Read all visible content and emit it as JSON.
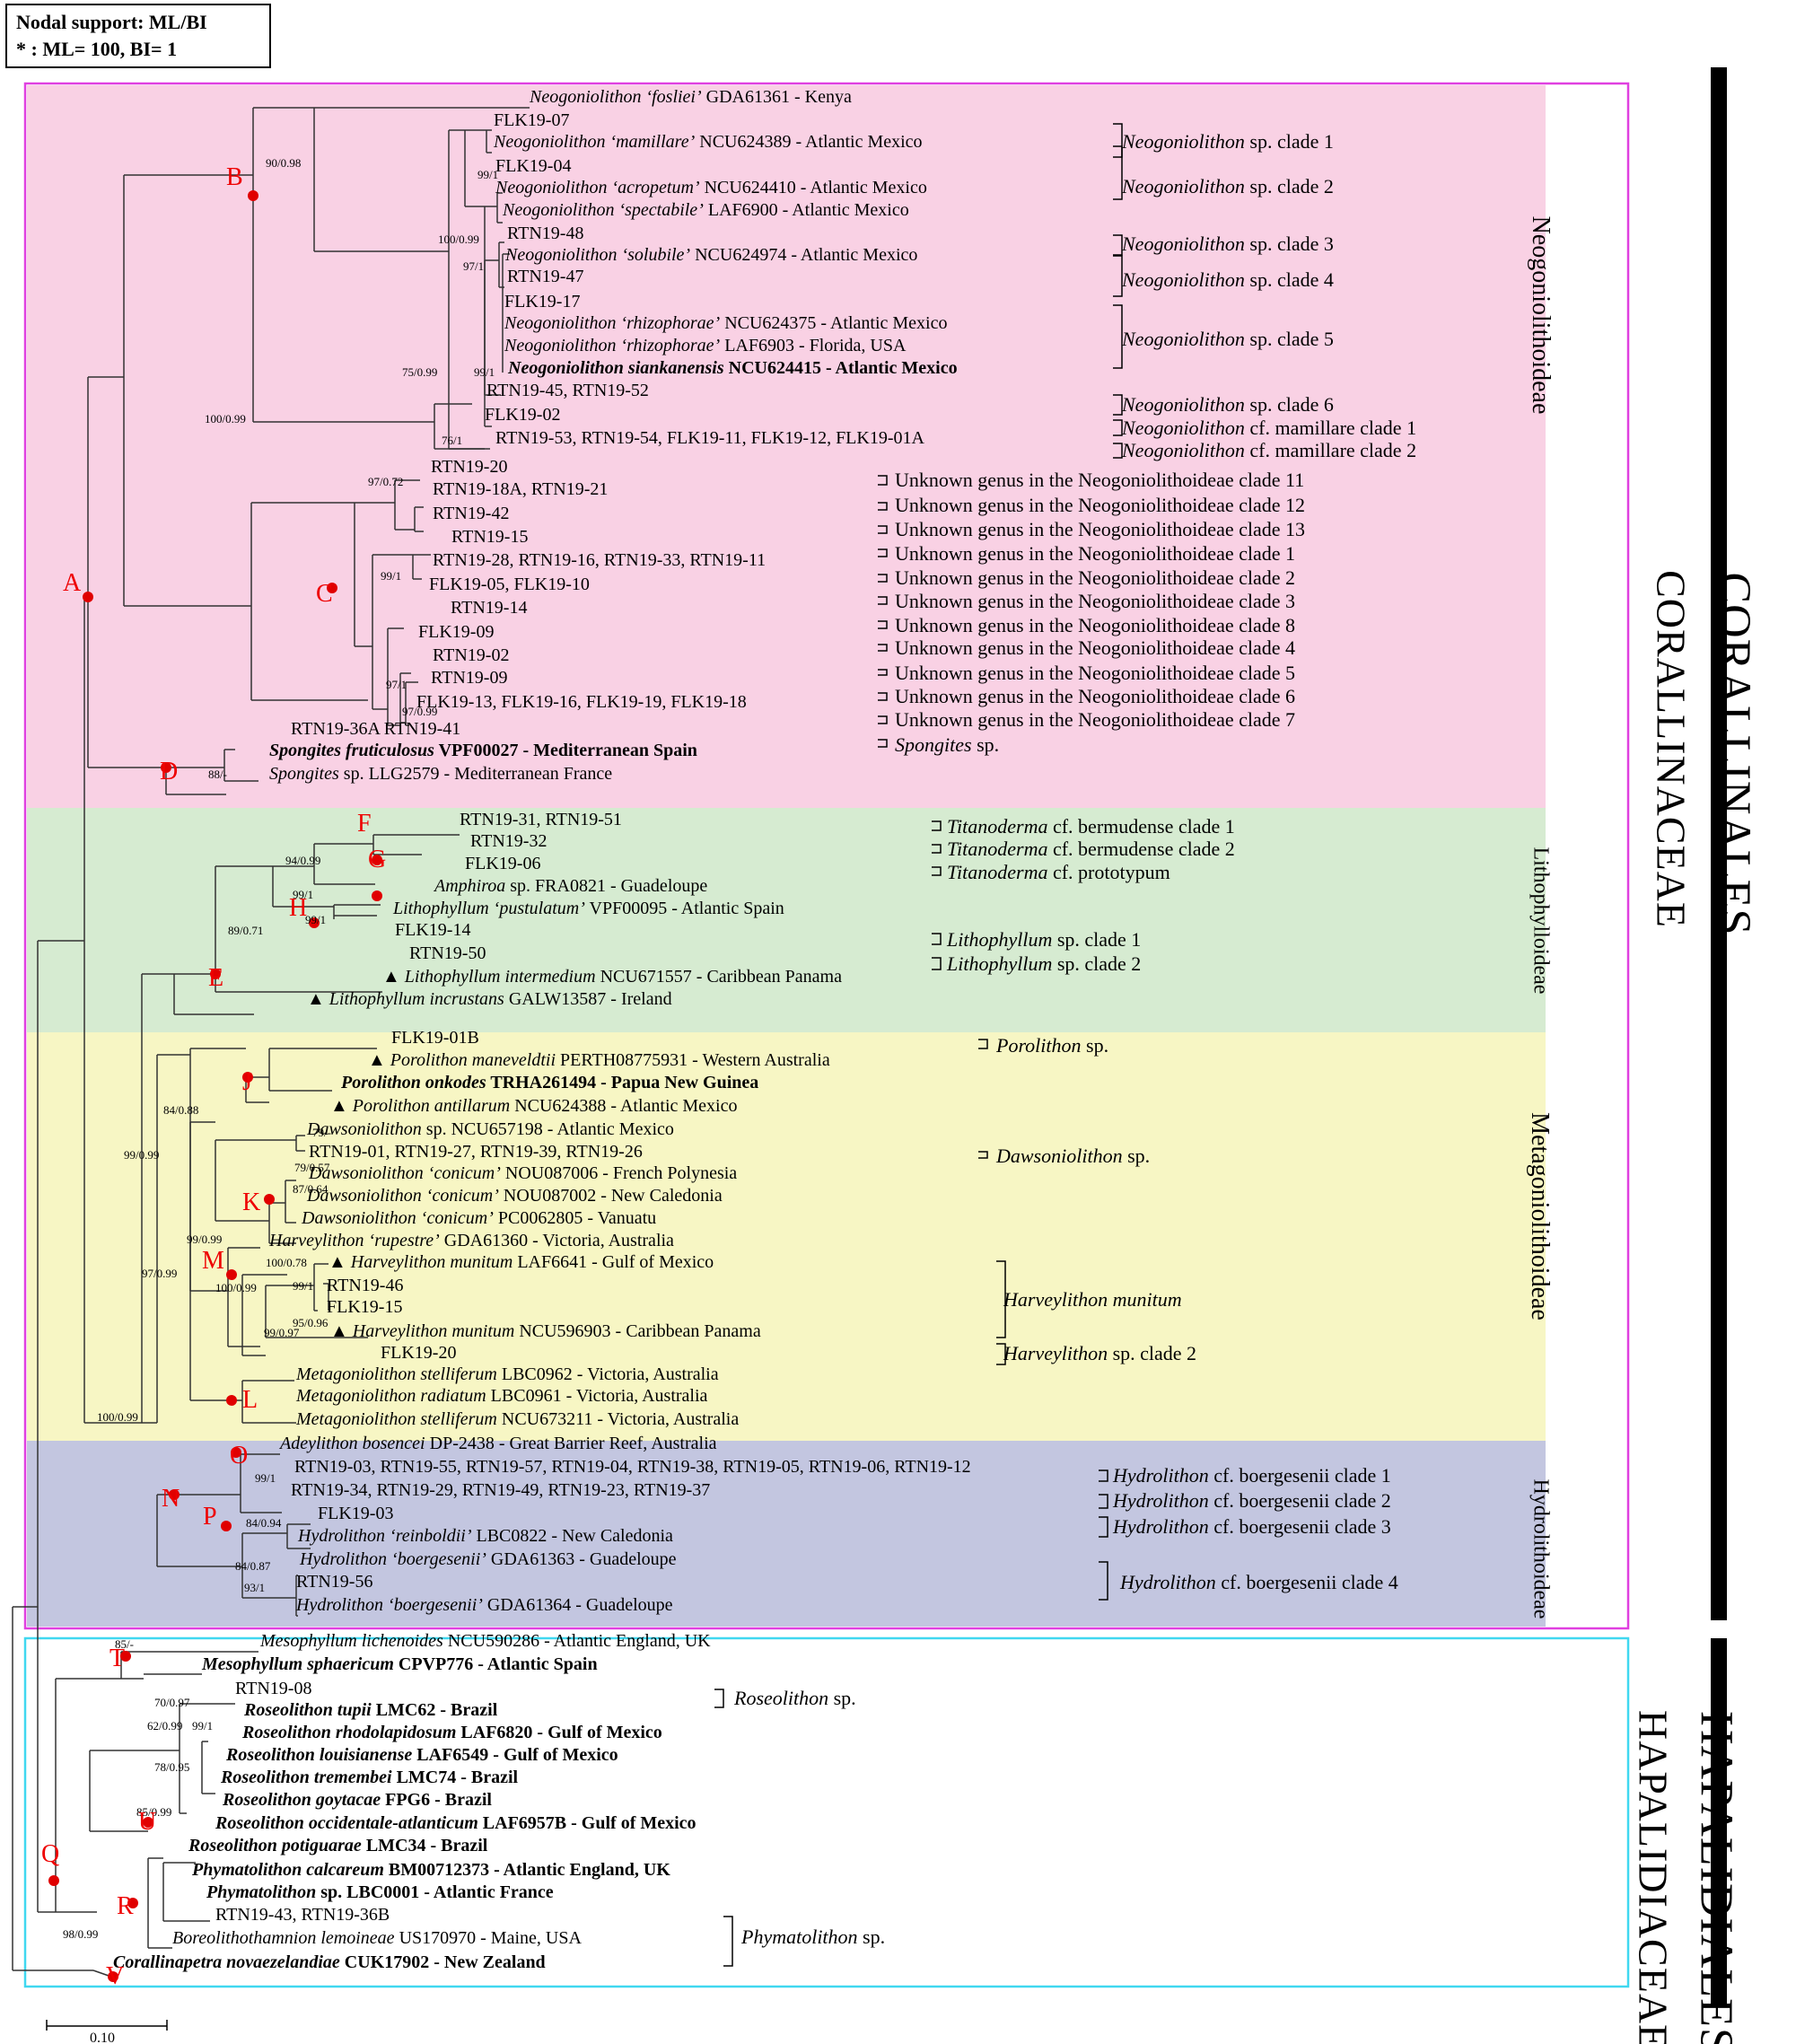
{
  "legend": {
    "line1": "Nodal support: ML/BI",
    "line2": "* : ML= 100, BI= 1"
  },
  "orders": [
    "CORALLINALES",
    "HAPALIDIALES"
  ],
  "families": [
    "CORALLINACEAE",
    "HAPALIDIACEAE"
  ],
  "subfamilies": [
    "Neogoniolithoideae",
    "Lithophylloideae",
    "Metagoniolithoideae",
    "Hydrolithoideae"
  ],
  "scale_label": "0.10",
  "colors": {
    "neo": "#f9d1e4",
    "litho": "#d6ebd1",
    "meta": "#f7f6c4",
    "hydro": "#c3c6e0",
    "corallinaceae_border": "#e040e0",
    "hapalidiaceae_border": "#40d8f0",
    "node_marker": "#e00000"
  },
  "nodes": [
    "A",
    "B",
    "C",
    "D",
    "E",
    "F",
    "G",
    "H",
    "J",
    "K",
    "L",
    "M",
    "N",
    "O",
    "P",
    "Q",
    "R",
    "T",
    "U",
    "V"
  ],
  "taxa": [
    {
      "it": "Neogoniolithon ‘fosliei’",
      "rest": " GDA61361 - Kenya"
    },
    {
      "it": "",
      "rest": "FLK19-07"
    },
    {
      "it": "Neogoniolithon ‘mamillare’",
      "rest": " NCU624389 - Atlantic Mexico"
    },
    {
      "it": "",
      "rest": "FLK19-04"
    },
    {
      "it": "Neogoniolithon ‘acropetum’",
      "rest": " NCU624410 - Atlantic Mexico"
    },
    {
      "it": "Neogoniolithon ‘spectabile’",
      "rest": " LAF6900 - Atlantic Mexico"
    },
    {
      "it": "",
      "rest": "RTN19-48"
    },
    {
      "it": "Neogoniolithon ‘solubile’",
      "rest": " NCU624974 - Atlantic Mexico"
    },
    {
      "it": "",
      "rest": "RTN19-47"
    },
    {
      "it": "",
      "rest": "FLK19-17"
    },
    {
      "it": "Neogoniolithon ‘rhizophorae’",
      "rest": " NCU624375 - Atlantic Mexico"
    },
    {
      "it": "Neogoniolithon ‘rhizophorae’",
      "rest": " LAF6903 - Florida, USA"
    },
    {
      "it": "Neogoniolithon siankanensis",
      "rest": " NCU624415 - Atlantic Mexico"
    },
    {
      "it": "",
      "rest": "RTN19-45, RTN19-52"
    },
    {
      "it": "",
      "rest": "FLK19-02"
    },
    {
      "it": "",
      "rest": "RTN19-53, RTN19-54, FLK19-11, FLK19-12, FLK19-01A"
    },
    {
      "it": "",
      "rest": "RTN19-20"
    },
    {
      "it": "",
      "rest": "RTN19-18A, RTN19-21"
    },
    {
      "it": "",
      "rest": "RTN19-42"
    },
    {
      "it": "",
      "rest": "RTN19-15"
    },
    {
      "it": "",
      "rest": "RTN19-28, RTN19-16, RTN19-33, RTN19-11"
    },
    {
      "it": "",
      "rest": "FLK19-05, FLK19-10"
    },
    {
      "it": "",
      "rest": "RTN19-14"
    },
    {
      "it": "",
      "rest": "FLK19-09"
    },
    {
      "it": "",
      "rest": "RTN19-02"
    },
    {
      "it": "",
      "rest": "RTN19-09"
    },
    {
      "it": "",
      "rest": "FLK19-13, FLK19-16, FLK19-19, FLK19-18"
    },
    {
      "it": "",
      "rest": "RTN19-36A RTN19-41"
    },
    {
      "it": "Spongites fruticulosus",
      "rest": " VPF00027 - Mediterranean Spain"
    },
    {
      "it": "Spongites",
      "rest": " sp. LLG2579 - Mediterranean France"
    },
    {
      "it": "",
      "rest": "RTN19-31, RTN19-51"
    },
    {
      "it": "",
      "rest": "RTN19-32"
    },
    {
      "it": "",
      "rest": "FLK19-06"
    },
    {
      "it": "Amphiroa",
      "rest": " sp. FRA0821 - Guadeloupe"
    },
    {
      "it": "Lithophyllum ‘pustulatum’",
      "rest": " VPF00095 - Atlantic Spain"
    },
    {
      "it": "",
      "rest": "FLK19-14"
    },
    {
      "it": "",
      "rest": "RTN19-50"
    },
    {
      "it": "▲ Lithophyllum intermedium",
      "rest": " NCU671557 - Caribbean Panama"
    },
    {
      "it": "▲ Lithophyllum incrustans",
      "rest": " GALW13587 - Ireland"
    },
    {
      "it": "",
      "rest": "FLK19-01B"
    },
    {
      "it": "▲ Porolithon maneveldtii",
      "rest": " PERTH08775931 - Western Australia"
    },
    {
      "it": "Porolithon onkodes",
      "rest": " TRHA261494 - Papua New Guinea"
    },
    {
      "it": "▲ Porolithon antillarum",
      "rest": " NCU624388 - Atlantic Mexico"
    },
    {
      "it": "Dawsoniolithon",
      "rest": " sp. NCU657198 - Atlantic Mexico"
    },
    {
      "it": "",
      "rest": "RTN19-01, RTN19-27, RTN19-39, RTN19-26"
    },
    {
      "it": "Dawsoniolithon ‘conicum’",
      "rest": " NOU087006 - French Polynesia"
    },
    {
      "it": "Dawsoniolithon ‘conicum’",
      "rest": " NOU087002 - New Caledonia"
    },
    {
      "it": "Dawsoniolithon ‘conicum’",
      "rest": " PC0062805 - Vanuatu"
    },
    {
      "it": "Harveylithon ‘rupestre’",
      "rest": " GDA61360 - Victoria, Australia"
    },
    {
      "it": "▲ Harveylithon munitum",
      "rest": " LAF6641 - Gulf of Mexico"
    },
    {
      "it": "",
      "rest": "RTN19-46"
    },
    {
      "it": "",
      "rest": "FLK19-15"
    },
    {
      "it": "▲ Harveylithon munitum",
      "rest": " NCU596903 - Caribbean Panama"
    },
    {
      "it": "",
      "rest": "FLK19-20"
    },
    {
      "it": "Metagoniolithon stelliferum",
      "rest": " LBC0962 - Victoria, Australia"
    },
    {
      "it": "Metagoniolithon radiatum",
      "rest": " LBC0961 - Victoria, Australia"
    },
    {
      "it": "Metagoniolithon stelliferum",
      "rest": " NCU673211 - Victoria, Australia"
    },
    {
      "it": "Adeylithon bosencei",
      "rest": " DP-2438 - Great Barrier Reef, Australia"
    },
    {
      "it": "",
      "rest": "RTN19-03, RTN19-55, RTN19-57, RTN19-04, RTN19-38, RTN19-05, RTN19-06, RTN19-12"
    },
    {
      "it": "",
      "rest": "RTN19-34, RTN19-29, RTN19-49, RTN19-23, RTN19-37"
    },
    {
      "it": "",
      "rest": "FLK19-03"
    },
    {
      "it": "Hydrolithon ‘reinboldii’",
      "rest": " LBC0822 - New Caledonia"
    },
    {
      "it": "Hydrolithon ‘boergesenii’",
      "rest": " GDA61363 - Guadeloupe"
    },
    {
      "it": "",
      "rest": "RTN19-56"
    },
    {
      "it": "Hydrolithon ‘boergesenii’",
      "rest": " GDA61364 - Guadeloupe"
    },
    {
      "it": "Mesophyllum lichenoides",
      "rest": " NCU590286 - Atlantic England, UK"
    },
    {
      "it": "Mesophyllum sphaericum",
      "rest": " CPVP776 - Atlantic Spain"
    },
    {
      "it": "",
      "rest": "RTN19-08"
    },
    {
      "it": "Roseolithon tupii",
      "rest": " LMC62 - Brazil"
    },
    {
      "it": "Roseolithon rhodolapidosum",
      "rest": " LAF6820 - Gulf of Mexico"
    },
    {
      "it": "Roseolithon louisianense",
      "rest": " LAF6549 - Gulf of Mexico"
    },
    {
      "it": "Roseolithon tremembei",
      "rest": " LMC74 - Brazil"
    },
    {
      "it": "Roseolithon goytacae",
      "rest": " FPG6 - Brazil"
    },
    {
      "it": "Roseolithon occidentale-atlanticum",
      "rest": " LAF6957B - Gulf of Mexico"
    },
    {
      "it": "Roseolithon potiguarae",
      "rest": " LMC34 - Brazil"
    },
    {
      "it": "Phymatolithon calcareum",
      "rest": " BM00712373 - Atlantic England, UK"
    },
    {
      "it": "Phymatolithon",
      "rest": " sp. LBC0001 - Atlantic France"
    },
    {
      "it": "",
      "rest": "RTN19-43, RTN19-36B"
    },
    {
      "it": "Boreolithothamnion lemoineae",
      "rest": " US170970 - Maine, USA"
    },
    {
      "it": "Corallinapetra novaezelandiae",
      "rest": " CUK17902 - New Zealand"
    }
  ],
  "clades": [
    {
      "it": "Neogoniolithon",
      "rest": " sp. clade 1"
    },
    {
      "it": "Neogoniolithon",
      "rest": " sp. clade 2"
    },
    {
      "it": "Neogoniolithon",
      "rest": " sp. clade 3"
    },
    {
      "it": "Neogoniolithon",
      "rest": " sp. clade 4"
    },
    {
      "it": "Neogoniolithon",
      "rest": " sp. clade 5"
    },
    {
      "it": "Neogoniolithon",
      "rest": " sp. clade 6"
    },
    {
      "it": "Neogoniolithon",
      "rest": " cf. mamillare clade 1"
    },
    {
      "it": "Neogoniolithon",
      "rest": " cf. mamillare clade 2"
    },
    {
      "it": "",
      "rest": "Unknown genus in the Neogoniolithoideae clade 11"
    },
    {
      "it": "",
      "rest": "Unknown genus in the Neogoniolithoideae clade 12"
    },
    {
      "it": "",
      "rest": "Unknown genus in the Neogoniolithoideae clade 13"
    },
    {
      "it": "",
      "rest": "Unknown genus in the Neogoniolithoideae clade 1"
    },
    {
      "it": "",
      "rest": "Unknown genus in the Neogoniolithoideae clade 2"
    },
    {
      "it": "",
      "rest": "Unknown genus in the Neogoniolithoideae clade 3"
    },
    {
      "it": "",
      "rest": "Unknown genus in the Neogoniolithoideae clade 8"
    },
    {
      "it": "",
      "rest": "Unknown genus in the Neogoniolithoideae clade 4"
    },
    {
      "it": "",
      "rest": "Unknown genus in the Neogoniolithoideae clade 5"
    },
    {
      "it": "",
      "rest": "Unknown genus in the Neogoniolithoideae clade 6"
    },
    {
      "it": "",
      "rest": "Unknown genus in the Neogoniolithoideae clade 7"
    },
    {
      "it": "Spongites",
      "rest": " sp."
    },
    {
      "it": "Titanoderma",
      "rest": " cf. bermudense clade 1"
    },
    {
      "it": "Titanoderma",
      "rest": " cf. bermudense clade 2"
    },
    {
      "it": "Titanoderma",
      "rest": " cf. prototypum"
    },
    {
      "it": "Lithophyllum",
      "rest": " sp. clade 1"
    },
    {
      "it": "Lithophyllum",
      "rest": " sp. clade 2"
    },
    {
      "it": "Porolithon",
      "rest": " sp."
    },
    {
      "it": "Dawsoniolithon",
      "rest": " sp."
    },
    {
      "it": "Harveylithon munitum",
      "rest": ""
    },
    {
      "it": "Harveylithon",
      "rest": " sp. clade 2"
    },
    {
      "it": "Hydrolithon",
      "rest": " cf. boergesenii clade 1"
    },
    {
      "it": "Hydrolithon",
      "rest": " cf. boergesenii clade 2"
    },
    {
      "it": "Hydrolithon",
      "rest": " cf. boergesenii clade 3"
    },
    {
      "it": "Hydrolithon",
      "rest": " cf. boergesenii clade 4"
    },
    {
      "it": "Roseolithon",
      "rest": " sp."
    },
    {
      "it": "Phymatolithon",
      "rest": " sp."
    }
  ],
  "supports": [
    "90/0.98",
    "100/0.99",
    "99/1",
    "97/1",
    "100/0.99",
    "75/0.99",
    "99/1",
    "76/1",
    "97/0.72",
    "99/1",
    "97/1",
    "97/0.99",
    "88/-",
    "94/0.99",
    "99/1",
    "89/0.71",
    "99/1",
    "84/0.88",
    "79/-",
    "79/0.57",
    "87/0.64",
    "99/0.99",
    "99/0.99",
    "100/0.78",
    "99/1",
    "100/0.99",
    "95/0.96",
    "99/0.97",
    "97/0.99",
    "100/0.99",
    "99/1",
    "84/0.94",
    "84/0.87",
    "93/1",
    "85/-",
    "70/0.97",
    "62/0.99",
    "99/1",
    "78/0.95",
    "85/0.99",
    "98/0.99"
  ]
}
